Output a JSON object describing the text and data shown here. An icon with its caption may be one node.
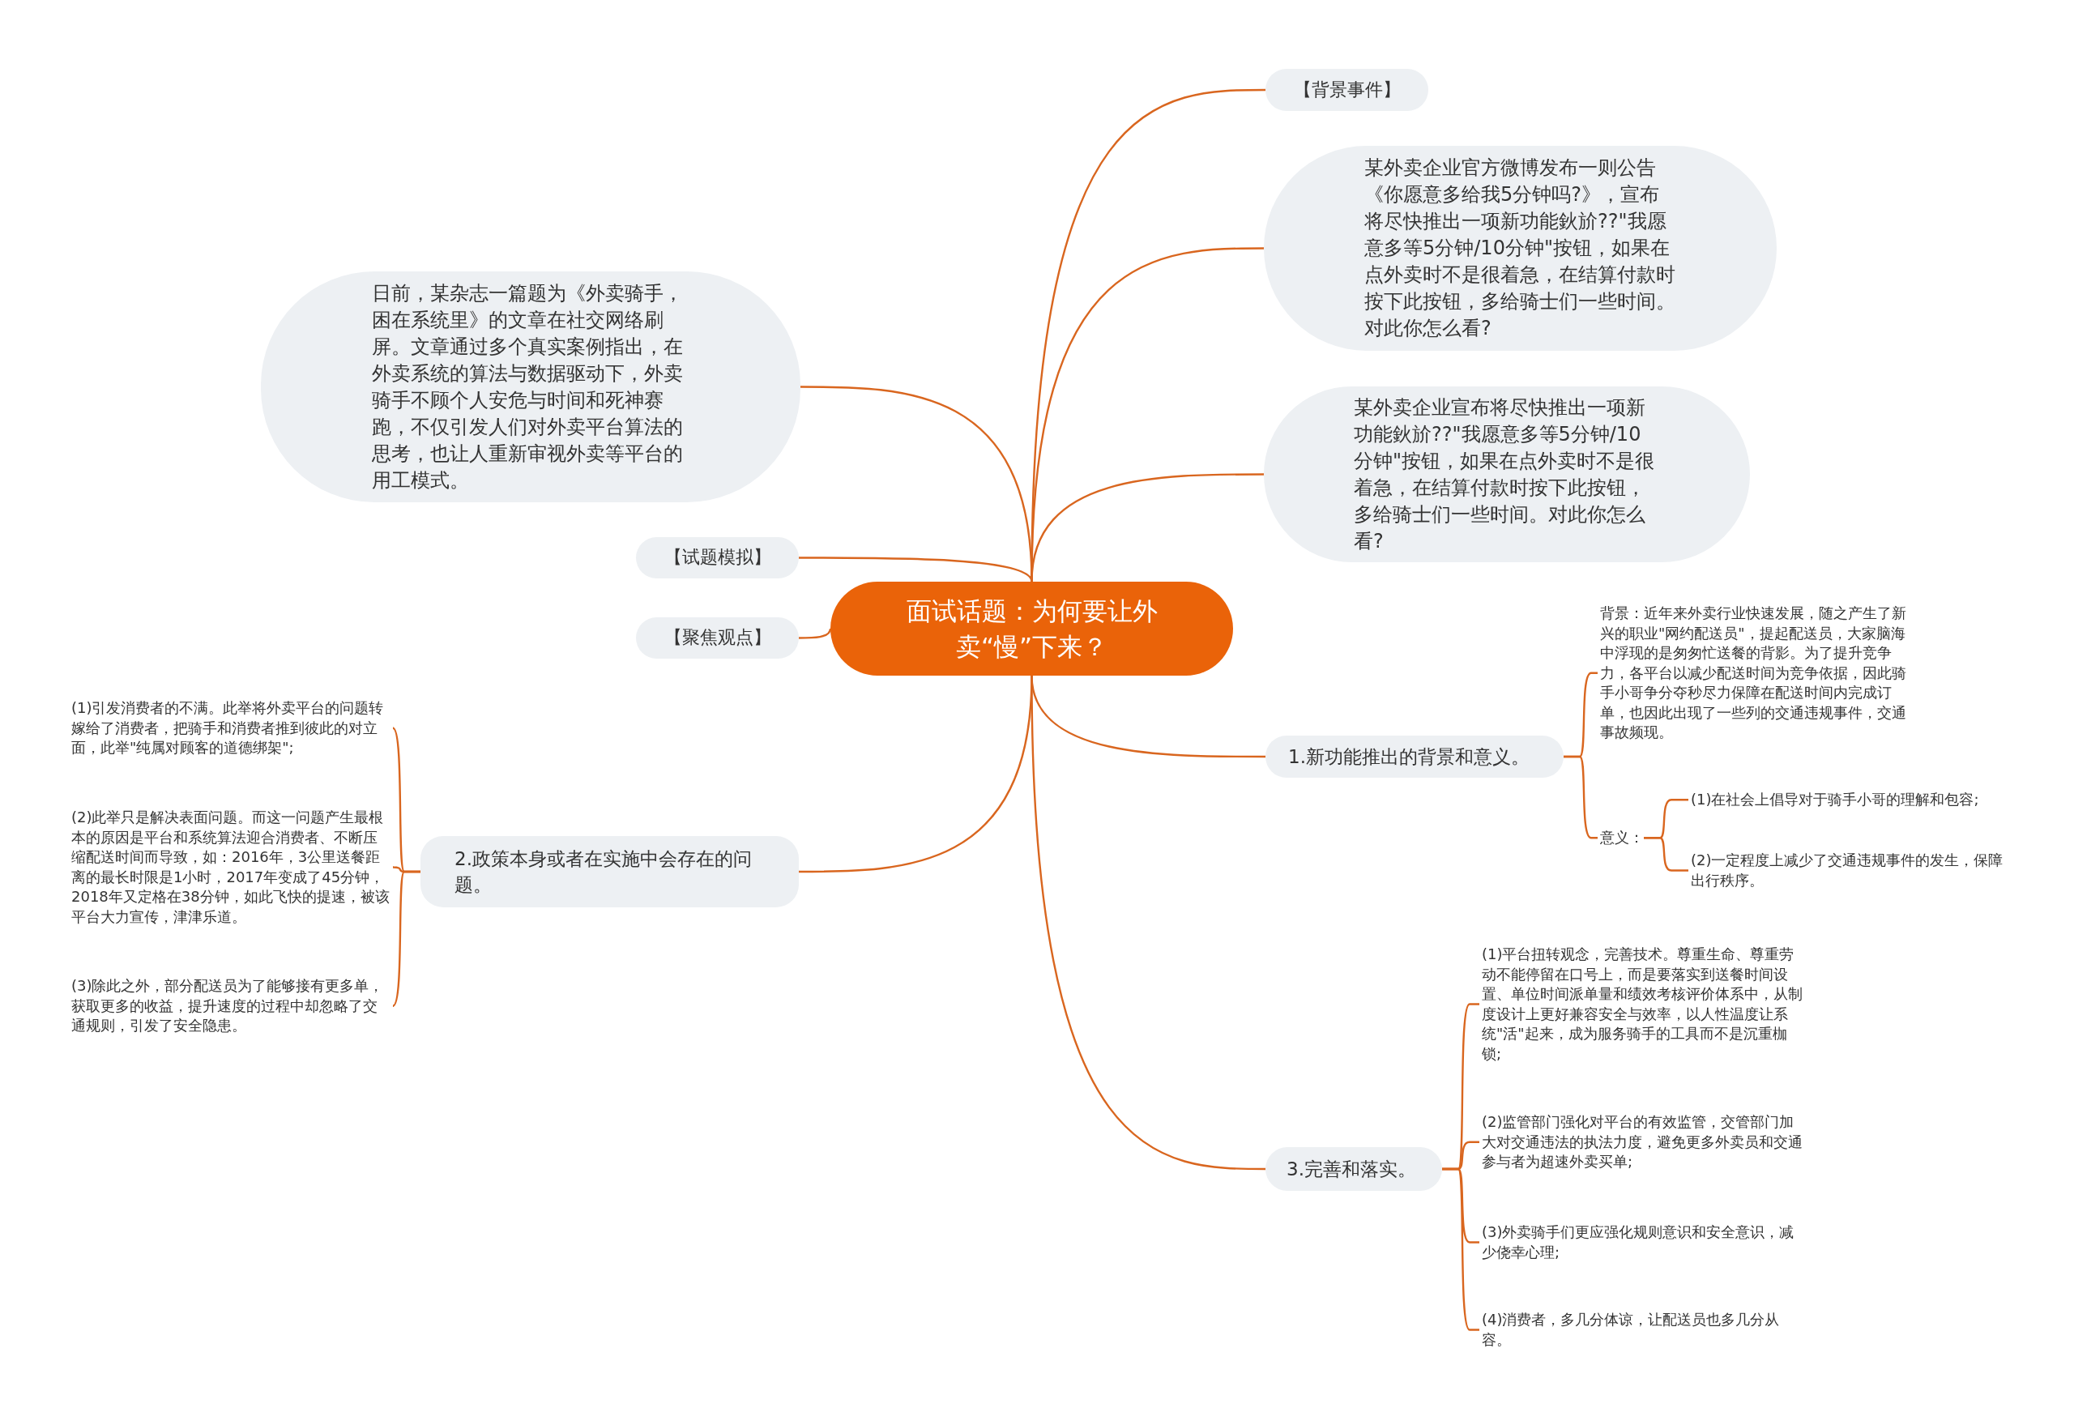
{
  "diagram": {
    "nodes": [
      {
        "text": [
          "面试话题：为何要让外卖“慢”下来？"
        ]
      },
      {
        "text": [
          "【背景事件】"
        ]
      },
      {
        "text": [
          "某外卖企业官方微博发布一则公告《你愿意多给我5分钟吗?》，宣布将尽快推出一项新功能鈥斺??\"我愿意多等5分钟/10分钟\"按钮，如果在点外卖时不是很着急，在结算付款时按下此按钮，多给骑士们一些时间。对此你怎么看?"
        ]
      },
      {
        "text": [
          "某外卖企业宣布将尽快推出一项新功能鈥斺??\"我愿意多等5分钟/10分钟\"按钮，如果在点外卖时不是很着急，在结算付款时按下此按钮，多给骑士们一些时间。对此你怎么看?"
        ]
      },
      {
        "text": [
          "日前，某杂志一篇题为《外卖骑手，困在系统里》的文章在社交网络刷屏。文章通过多个真实案例指出，在外卖系统的算法与数据驱动下，外卖骑手不顾个人安危与时间和死神赛跑，不仅引发人们对外卖平台算法的思考，也让人重新审视外卖等平台的用工模式。"
        ]
      },
      {
        "text": [
          "【试题模拟】"
        ]
      },
      {
        "text": [
          "【聚焦观点】"
        ]
      },
      {
        "text": [
          "1.新功能推出的背景和意义。"
        ]
      },
      {
        "text": [
          "背景：近年来外卖行业快速发展，随之产生了新兴的职业\"网约配送员\"，提起配送员，大家脑海中浮现的是匆匆忙送餐的背影。为了提升竞争力，各平台以减少配送时间为竞争依据，因此骑手小哥争分夺秒尽力保障在配送时间内完成订单，也因此出现了一些列的交通违规事件，交通事故频现。"
        ]
      },
      {
        "text": [
          "意义："
        ]
      },
      {
        "text": [
          "(1)在社会上倡导对于骑手小哥的理解和包容;"
        ]
      },
      {
        "text": [
          "(2)一定程度上减少了交通违规事件的发生，保障出行秩序。"
        ]
      },
      {
        "text": [
          "2.政策本身或者在实施中会存在的问题。"
        ]
      },
      {
        "text": [
          "(1)引发消费者的不满。此举将外卖平台的问题转嫁给了消费者，把骑手和消费者推到彼此的对立面，此举\"纯属对顾客的道德绑架\";"
        ]
      },
      {
        "text": [
          "(2)此举只是解决表面问题。而这一问题产生最根本的原因是平台和系统算法迎合消费者、不断压缩配送时间而导致，如：2016年，3公里送餐距离的最长时限是1小时，2017年变成了45分钟，2018年又定格在38分钟，如此飞快的提速，被该平台大力宣传，津津乐道。"
        ]
      },
      {
        "text": [
          "(3)除此之外，部分配送员为了能够接有更多单，获取更多的收益，提升速度的过程中却忽略了交通规则，引发了安全隐患。"
        ]
      },
      {
        "text": [
          "3.完善和落实。"
        ]
      },
      {
        "text": [
          "(1)平台扭转观念，完善技术。尊重生命、尊重劳动不能停留在口号上，而是要落实到送餐时间设置、单位时间派单量和绩效考核评价体系中，从制度设计上更好兼容安全与效率，以人性温度让系统\"活\"起来，成为服务骑手的工具而不是沉重枷锁;"
        ]
      },
      {
        "text": [
          "(2)监管部门强化对平台的有效监管，交管部门加大对交通违法的执法力度，避免更多外卖员和交通参与者为超速外卖买单;"
        ]
      },
      {
        "text": [
          "(3)外卖骑手们更应强化规则意识和安全意识，减少侥幸心理;"
        ]
      },
      {
        "text": [
          "(4)消费者，多几分体谅，让配送员也多几分从容。"
        ]
      }
    ],
    "edges": [
      {
        "from": 0,
        "to": 1,
        "arrow": "none"
      },
      {
        "from": 0,
        "to": 2,
        "arrow": "none"
      },
      {
        "from": 0,
        "to": 3,
        "arrow": "none"
      },
      {
        "from": 0,
        "to": 4,
        "arrow": "none"
      },
      {
        "from": 0,
        "to": 5,
        "arrow": "none"
      },
      {
        "from": 0,
        "to": 6,
        "arrow": "none"
      },
      {
        "from": 0,
        "to": 7,
        "arrow": "none"
      },
      {
        "from": 7,
        "to": 8,
        "arrow": "none"
      },
      {
        "from": 7,
        "to": 9,
        "arrow": "none"
      },
      {
        "from": 9,
        "to": 10,
        "arrow": "none"
      },
      {
        "from": 9,
        "to": 11,
        "arrow": "none"
      },
      {
        "from": 0,
        "to": 12,
        "arrow": "none"
      },
      {
        "from": 12,
        "to": 13,
        "arrow": "none"
      },
      {
        "from": 12,
        "to": 14,
        "arrow": "none"
      },
      {
        "from": 12,
        "to": 15,
        "arrow": "none"
      },
      {
        "from": 0,
        "to": 16,
        "arrow": "none"
      },
      {
        "from": 16,
        "to": 17,
        "arrow": "none"
      },
      {
        "from": 16,
        "to": 18,
        "arrow": "none"
      },
      {
        "from": 16,
        "to": 19,
        "arrow": "none"
      },
      {
        "from": 16,
        "to": 20,
        "arrow": "none"
      }
    ]
  }
}
